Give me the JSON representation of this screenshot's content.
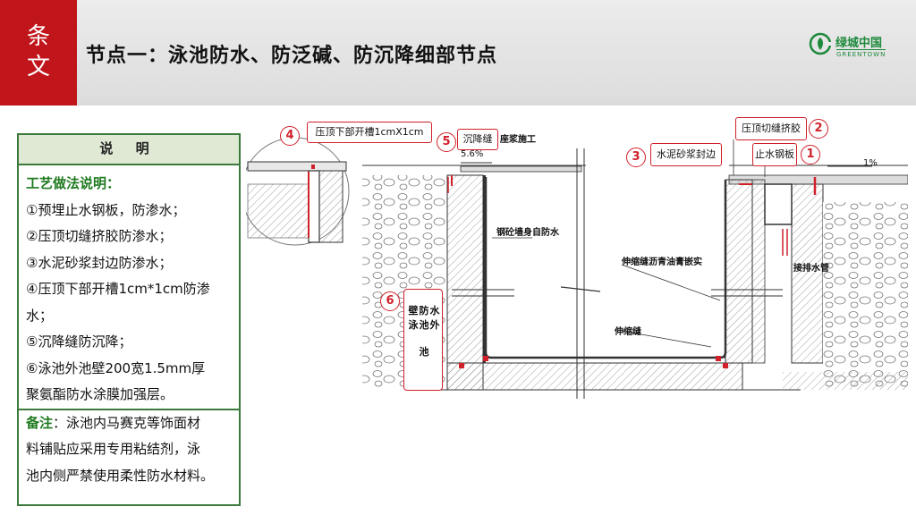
{
  "header": {
    "tag_line1": "条",
    "tag_line2": "文",
    "title": "节点一：泳池防水、防泛碱、防沉降细部节点",
    "logo_cn": "绿城中国",
    "logo_en": "GREENTOWN",
    "brand_color": "#1d8a3c",
    "tag_color": "#c0151b"
  },
  "panel": {
    "heading": "说 明",
    "method_title": "工艺做法说明：",
    "items": [
      "①预埋止水钢板，防渗水；",
      "②压顶切缝挤胶防渗水；",
      "③水泥砂浆封边防渗水；",
      "④压顶下部开槽1cm*1cm防渗",
      "水；",
      "⑤沉降缝防沉降；",
      "⑥泳池外池壁200宽1.5mm厚",
      "聚氨酯防水涂膜加强层。"
    ],
    "note_title": "备注",
    "note_lines": [
      "：泳池内马赛克等饰面材",
      "料铺贴应采用专用粘结剂，泳",
      "池内侧严禁使用柔性防水材料。"
    ]
  },
  "diagram": {
    "callouts": {
      "c4": "压顶下部开槽1cmX1cm",
      "c5": "沉降缝",
      "c2": "压顶切缝挤胶",
      "c3": "水泥砂浆封边",
      "c1": "止水钢板"
    },
    "numbers": {
      "n1": "1",
      "n2": "2",
      "n3": "3",
      "n4": "4",
      "n5": "5",
      "n6": "6"
    },
    "labels": {
      "mortar": "座浆施工",
      "slope_left": "5.6%",
      "slope_right": "1%",
      "wall_waterproof": "钢砼墙身自防水",
      "asphalt_joint": "伸缩缝沥青油膏嵌实",
      "drain_pipe": "接排水管",
      "expansion_joint": "伸缩缝"
    },
    "vertical_note": {
      "col1": "壁泳",
      "col2": "防池",
      "col3": "水外",
      "col4": "池"
    },
    "accent_red": "#d0202a"
  }
}
